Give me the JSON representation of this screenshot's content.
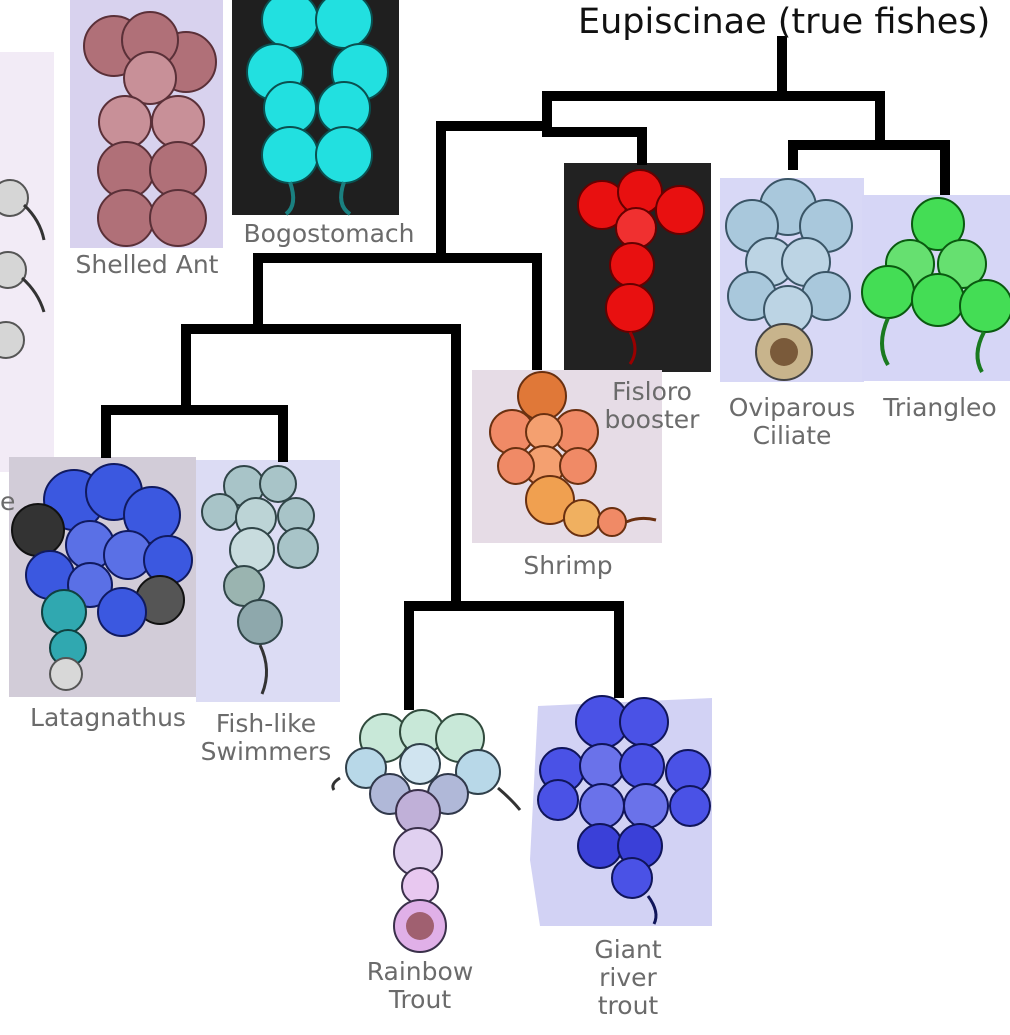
{
  "title": "Eupiscinae (true fishes)",
  "labels": {
    "shelled_ant": "Shelled Ant",
    "bogostomach": "Bogostomach",
    "fisloro_booster": "Fisloro booster",
    "oviparous_ciliate": "Oviparous Ciliate",
    "triangleo": "Triangleo",
    "shrimp": "Shrimp",
    "latagnathus": "Latagnathus",
    "fish_like_swimmers": "Fish-like Swimmers",
    "rainbow_trout": "Rainbow Trout",
    "giant_river_trout": "Giant river trout",
    "edge_fragment": "e"
  },
  "colors": {
    "tree": "#000000",
    "label": "#6b6b6b",
    "shelled_ant": "#b07078",
    "bogostomach": "#22e0e0",
    "fisloro_booster": "#e81010",
    "oviparous_ciliate": "#a9c8dc",
    "triangleo": "#44dd55",
    "shrimp": "#f08a66",
    "latagnathus": "#3b58e0",
    "fish_like_swimmers": "#a8c4c8",
    "rainbow_trout": "#b8d8e8",
    "giant_river_trout": "#4a52e6"
  }
}
